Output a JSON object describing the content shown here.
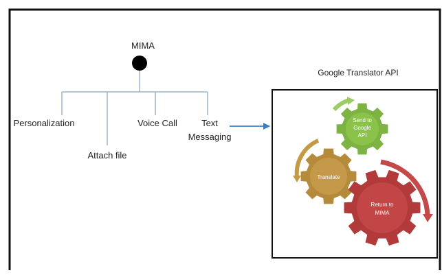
{
  "root": {
    "label": "MIMA"
  },
  "features": [
    {
      "label": "Personalization"
    },
    {
      "label": "Attach file"
    },
    {
      "label": "Voice Call"
    },
    {
      "label": "Text",
      "label2": "Messaging"
    }
  ],
  "api": {
    "title": "Google Translator API",
    "gears": [
      {
        "line1": "Send to",
        "line2": "Google",
        "line3": "API",
        "color": "#7cb342"
      },
      {
        "line1": "Translate",
        "color": "#b58a3a"
      },
      {
        "line1": "Return to",
        "line2": "MIMA",
        "color": "#b33a3a"
      }
    ]
  },
  "colors": {
    "connector": "#9fb4c7",
    "arrow": "#3d7cc9",
    "frame": "#111111"
  }
}
